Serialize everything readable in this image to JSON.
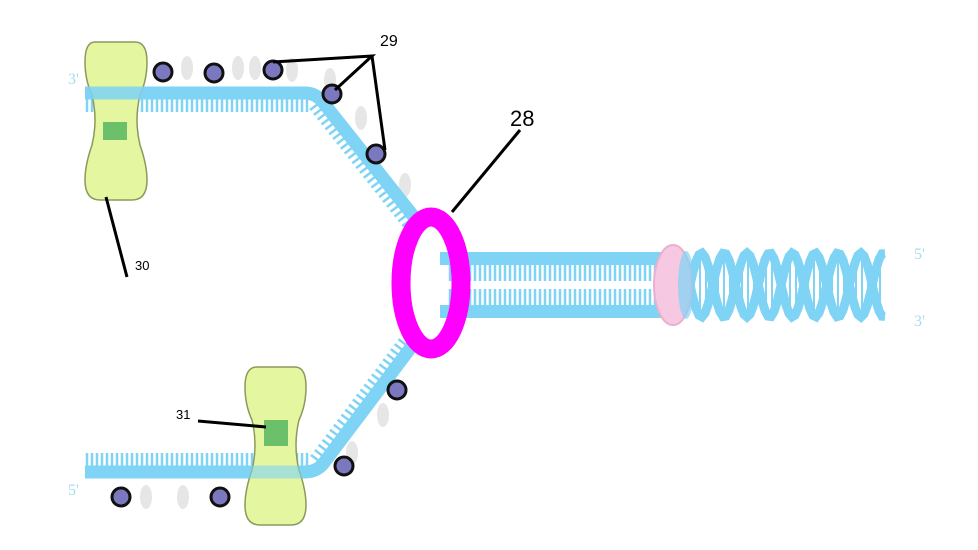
{
  "labels": {
    "helicase": "28",
    "nucleotides": "29",
    "polymerase_top": "30",
    "polymerase_bottom": "31"
  },
  "strand_ends": {
    "top_left": "3'",
    "bottom_left": "5'",
    "right_top": "5'",
    "right_bottom": "3'"
  },
  "colors": {
    "dna": "#7fd3f5",
    "helicase": "#ff00ff",
    "polymerase": "#e4f7a0",
    "nucleotide": "#7b78c0",
    "topoisomerase": "#f6c8e2"
  }
}
